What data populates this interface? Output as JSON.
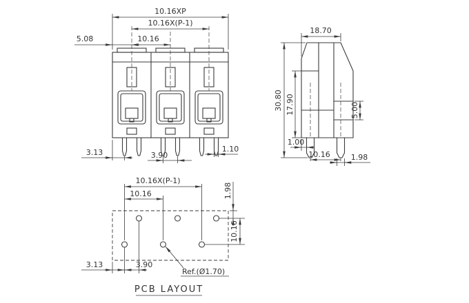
{
  "drawing": {
    "line_color": "#3a3a3a",
    "front": {
      "total_pitch": "10.16XP",
      "span": "10.16X(P-1)",
      "half_pitch": "5.08",
      "pitch": "10.16",
      "edge_to_pin": "3.13",
      "pin_pair": "3.90",
      "pin_width": "1.10"
    },
    "side": {
      "depth": "18.70",
      "total_height": "30.80",
      "body_height": "17.90",
      "opening_height": "5.00",
      "pin_setback": "1.00",
      "row_pitch": "10.16",
      "pin_thickness": "1.98"
    },
    "pcb": {
      "span": "10.16X(P-1)",
      "pitch": "10.16",
      "edge_offset": "1.98",
      "row_pitch": "10.16",
      "edge_to_hole": "3.13",
      "hole_offset": "3.90",
      "hole_ref": "Ref.(Ø1.70)",
      "caption": "PCB LAYOUT"
    }
  }
}
